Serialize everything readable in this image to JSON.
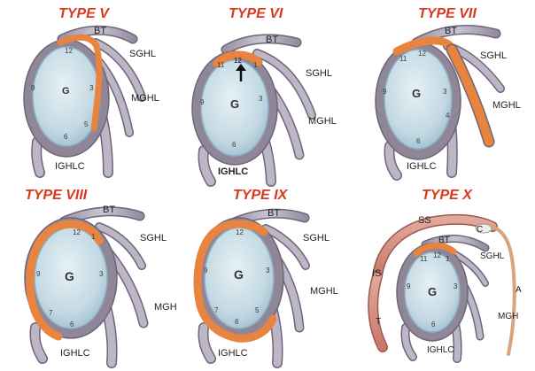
{
  "colors": {
    "title": "#d9381e",
    "labrum": "#e8843f",
    "ligament_fill": "#b7b0c0",
    "ligament_stroke": "#6e6678",
    "glenoid_fill": "#cfe1ea",
    "glenoid_edge": "#8eb0c2",
    "rim": "#8f8698",
    "text": "#222222"
  },
  "panels": [
    {
      "id": "v",
      "title": "TYPE V",
      "labels": {
        "bt": "BT",
        "sghl": "SGHL",
        "mghl": "MGHL",
        "ighlc": "IGHLC",
        "g": "G"
      },
      "clock": {
        "c12": "12",
        "c9": "9",
        "c3": "3",
        "c6": "6",
        "c5": "5"
      }
    },
    {
      "id": "vi",
      "title": "TYPE VI",
      "labels": {
        "bt": "BT",
        "sghl": "SGHL",
        "mghl": "MGHL",
        "ighlc": "IGHLC",
        "g": "G"
      },
      "clock": {
        "c11": "11",
        "c12": "12",
        "c1": "1",
        "c9": "9",
        "c3": "3",
        "c6": "6"
      }
    },
    {
      "id": "vii",
      "title": "TYPE VII",
      "labels": {
        "bt": "BT",
        "sghl": "SGHL",
        "mghl": "MGHL",
        "ighlc": "IGHLC",
        "g": "G"
      },
      "clock": {
        "c11": "11",
        "c12": "12",
        "c9": "9",
        "c3": "3",
        "c4": "4",
        "c6": "6"
      }
    },
    {
      "id": "viii",
      "title": "TYPE VIII",
      "labels": {
        "bt": "BT",
        "sghl": "SGHL",
        "mgh": "MGH",
        "ighlc": "IGHLC",
        "g": "G"
      },
      "clock": {
        "c12": "12",
        "c1": "1",
        "c9": "9",
        "c3": "3",
        "c7": "7",
        "c6": "6"
      }
    },
    {
      "id": "ix",
      "title": "TYPE IX",
      "labels": {
        "bt": "BT",
        "sghl": "SGHL",
        "mghl": "MGHL",
        "ighlc": "IGHLC",
        "g": "G"
      },
      "clock": {
        "c12": "12",
        "c9": "9",
        "c3": "3",
        "c7": "7",
        "c6": "6",
        "c5": "5"
      }
    },
    {
      "id": "x",
      "title": "TYPE X",
      "labels": {
        "ss": "SS",
        "c": "C",
        "bt": "BT",
        "sghl": "SGHL",
        "is": "IS",
        "a": "A",
        "mgh": "MGH",
        "t": "T",
        "ighlc": "IGHLC",
        "g": "G"
      },
      "clock": {
        "c11": "11",
        "c12": "12",
        "c1": "1",
        "c9": "9",
        "c3": "3",
        "c6": "6"
      }
    }
  ]
}
